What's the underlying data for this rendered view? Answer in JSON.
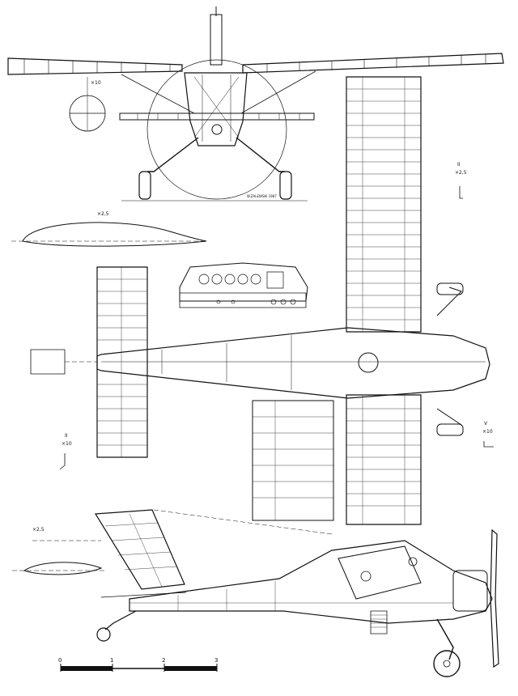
{
  "annotations": {
    "detail_front_scale": "×10",
    "airfoil_scale": "×2,5",
    "wing_detail_scale": "×2,5",
    "tail_section_scale": "×10",
    "aileron_detail_scale": "×10",
    "side_airfoil_scale": "×2,5",
    "author_signature": "W.ZALEWSKI 1987"
  },
  "scale_bar": {
    "labels": [
      "0",
      "1",
      "2",
      "3"
    ]
  },
  "section_marks": {
    "wing_II": "II",
    "tail_II": "II",
    "aileron_V": "V"
  }
}
